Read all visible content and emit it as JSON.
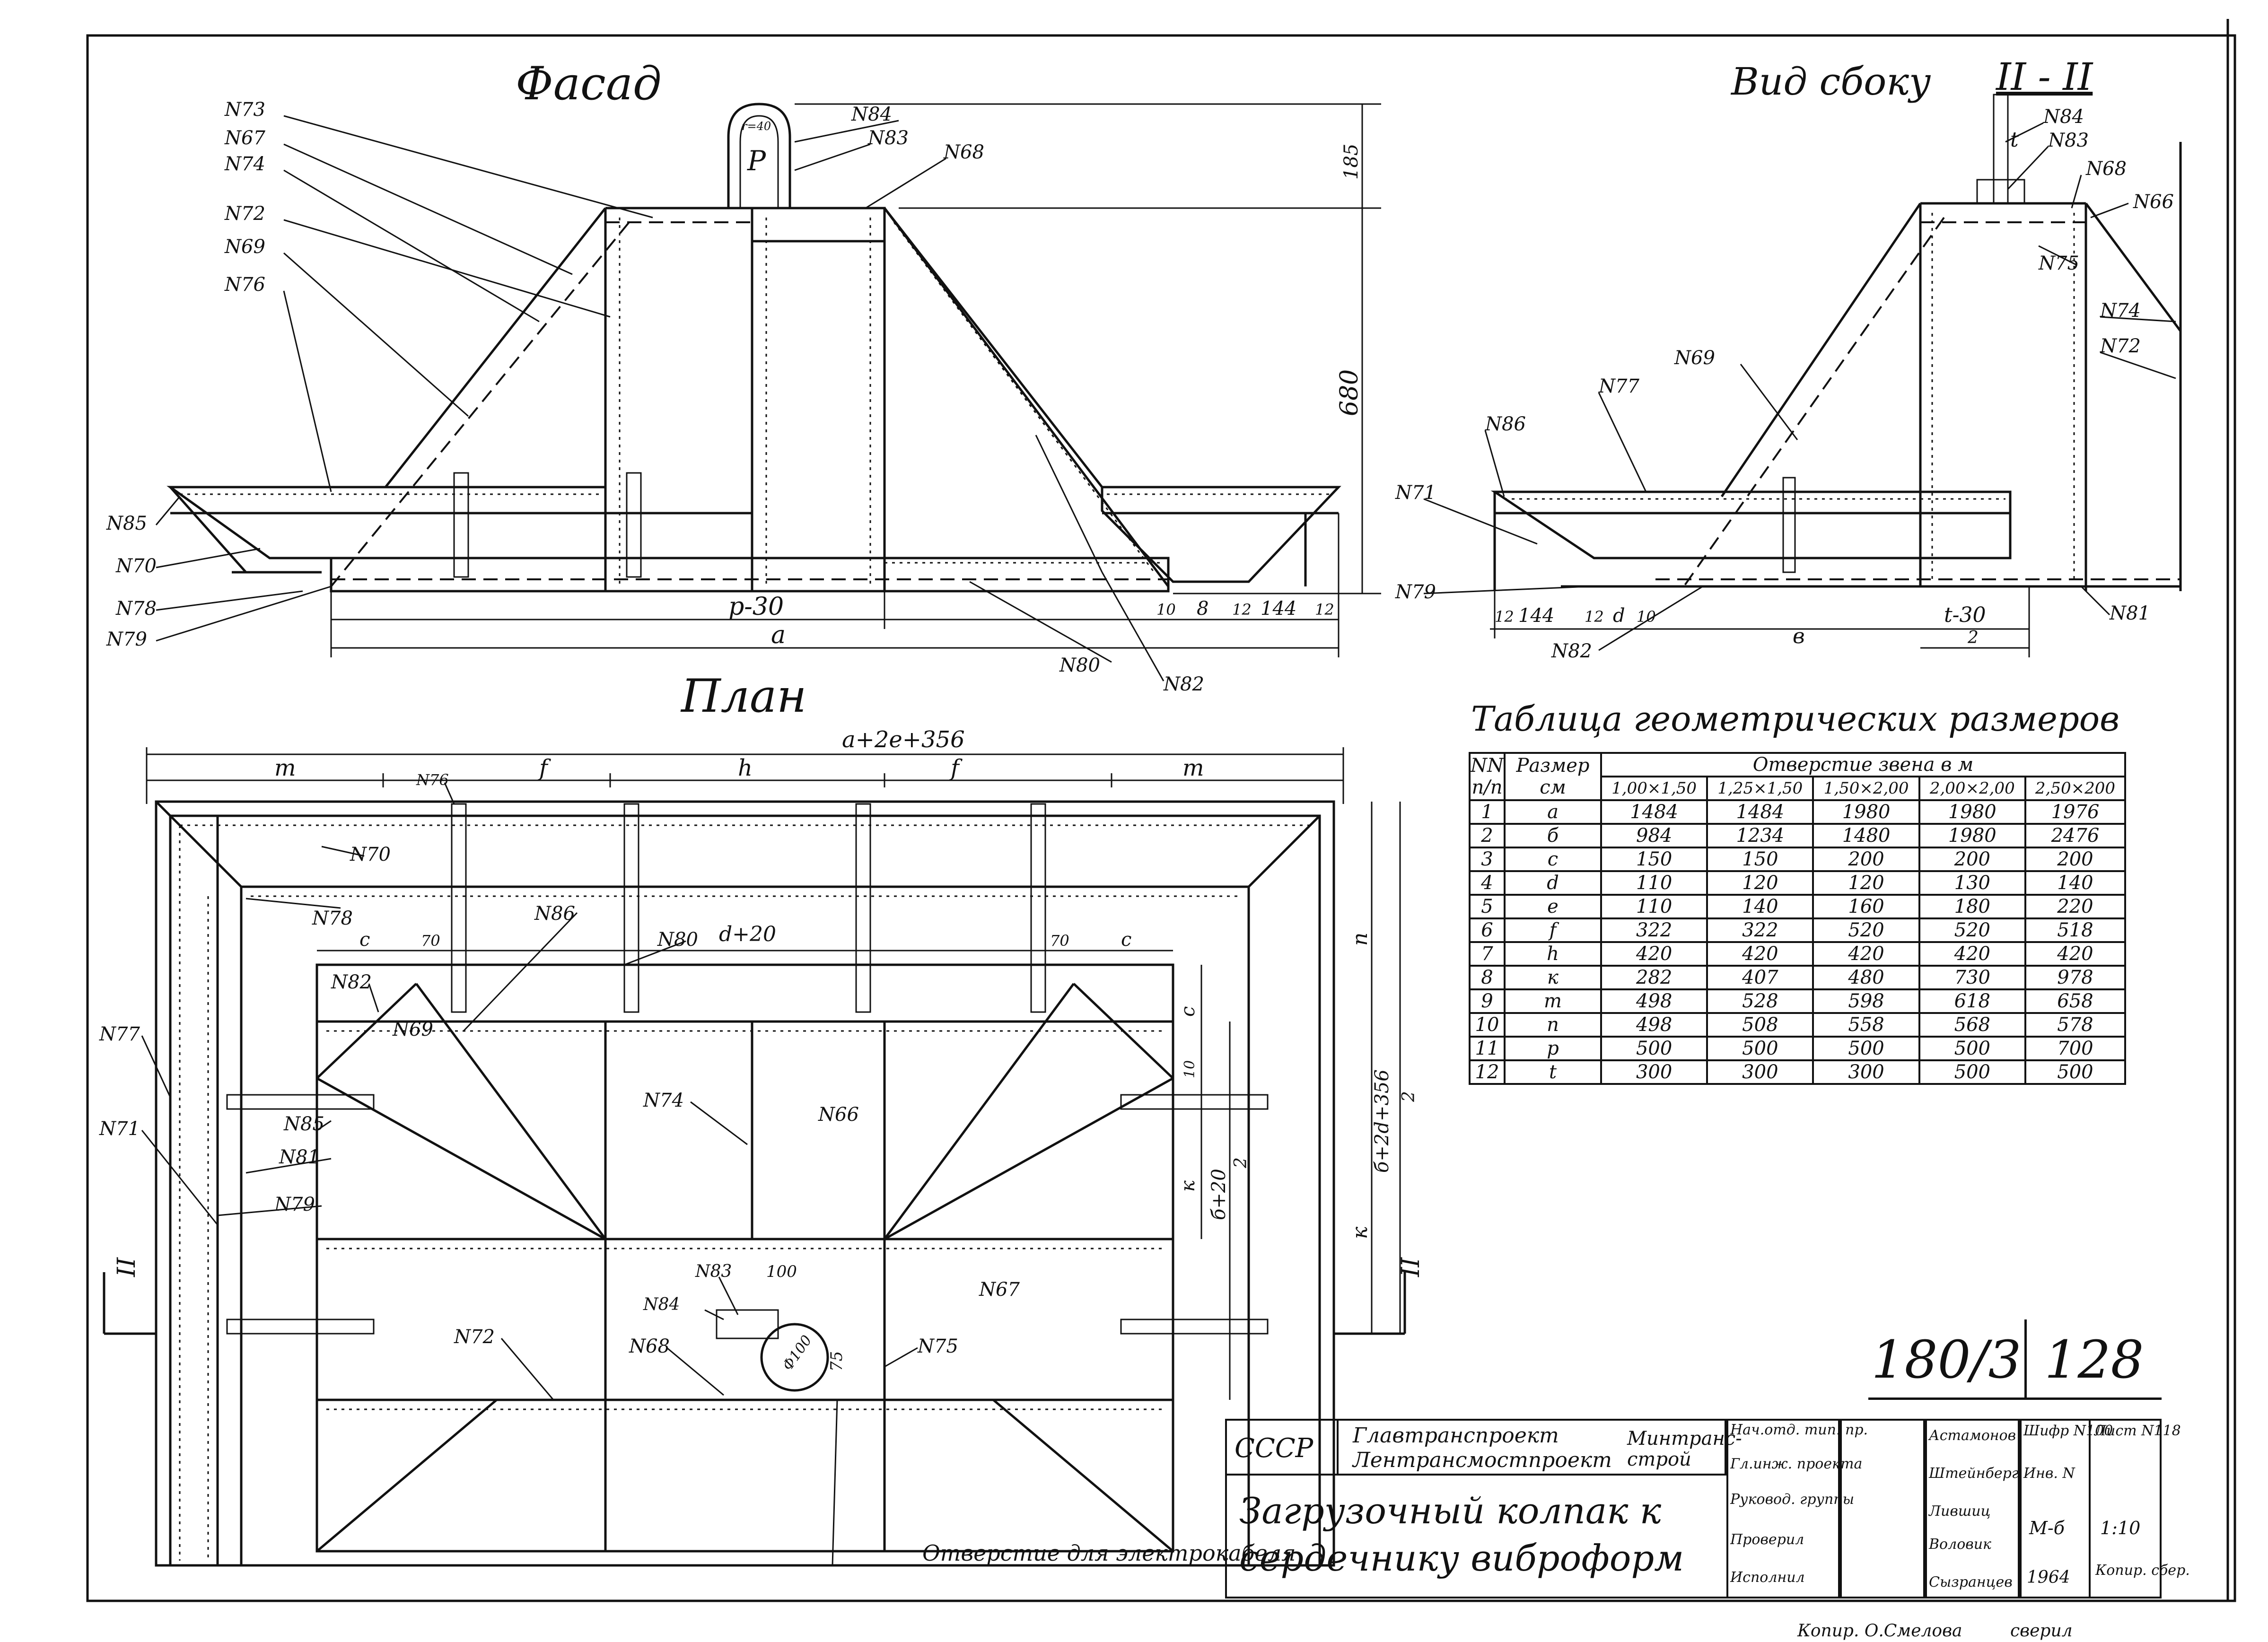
{
  "views": {
    "facade_title": "Фасад",
    "side_title": "Вид сбоку",
    "side_section": "II - II",
    "plan_title": "План"
  },
  "table": {
    "title": "Таблица геометрических размеров",
    "col_nn": "NN п/п",
    "col_size": "Размер см",
    "group_header": "Отверстие звена в м",
    "sizes": [
      "1,00×1,50",
      "1,25×1,50",
      "1,50×2,00",
      "2,00×2,00",
      "2,50×200"
    ],
    "rows": [
      {
        "n": "1",
        "sym": "a",
        "v": [
          "1484",
          "1484",
          "1980",
          "1980",
          "1976"
        ]
      },
      {
        "n": "2",
        "sym": "б",
        "v": [
          "984",
          "1234",
          "1480",
          "1980",
          "2476"
        ]
      },
      {
        "n": "3",
        "sym": "c",
        "v": [
          "150",
          "150",
          "200",
          "200",
          "200"
        ]
      },
      {
        "n": "4",
        "sym": "d",
        "v": [
          "110",
          "120",
          "120",
          "130",
          "140"
        ]
      },
      {
        "n": "5",
        "sym": "e",
        "v": [
          "110",
          "140",
          "160",
          "180",
          "220"
        ]
      },
      {
        "n": "6",
        "sym": "f",
        "v": [
          "322",
          "322",
          "520",
          "520",
          "518"
        ]
      },
      {
        "n": "7",
        "sym": "h",
        "v": [
          "420",
          "420",
          "420",
          "420",
          "420"
        ]
      },
      {
        "n": "8",
        "sym": "к",
        "v": [
          "282",
          "407",
          "480",
          "730",
          "978"
        ]
      },
      {
        "n": "9",
        "sym": "m",
        "v": [
          "498",
          "528",
          "598",
          "618",
          "658"
        ]
      },
      {
        "n": "10",
        "sym": "n",
        "v": [
          "498",
          "508",
          "558",
          "568",
          "578"
        ]
      },
      {
        "n": "11",
        "sym": "p",
        "v": [
          "500",
          "500",
          "500",
          "500",
          "700"
        ]
      },
      {
        "n": "12",
        "sym": "t",
        "v": [
          "300",
          "300",
          "300",
          "500",
          "500"
        ]
      }
    ]
  },
  "sheet": {
    "album": "180/3",
    "sheet_no": "128"
  },
  "title_block": {
    "country": "СССР",
    "org1": "Главтранспроект",
    "org2": "Лентрансмостпроект",
    "ministry": "Минтранс-строй",
    "title_line1": "Загрузочный колпак к",
    "title_line2": "сердечнику виброформ",
    "roles": [
      "Нач.отд. тип. пр.",
      "Гл.инж. проекта",
      "Руковод. группы",
      "Проверил",
      "Исполнил"
    ],
    "names": [
      "Астамонов",
      "Штейнберг",
      "Лившиц",
      "Воловик",
      "Сызранцев"
    ],
    "cipher": "Шифр N100",
    "inv": "Инв. N",
    "list": "Лист N118",
    "scale_label": "М-б",
    "scale": "1:10",
    "year": "1964",
    "copy": "Копир. сбер."
  },
  "footer": {
    "copied": "Копир. О.Смелова",
    "checked": "сверил"
  },
  "facade_labels": [
    "N73",
    "N67",
    "N74",
    "N72",
    "N69",
    "N76",
    "N85",
    "N70",
    "N78",
    "N79",
    "N84",
    "N83",
    "N68",
    "N80",
    "N82"
  ],
  "facade_dims": {
    "h1": "185",
    "h2": "680",
    "p30": "р-30",
    "a": "a",
    "d10": "10",
    "d8": "8",
    "d12": "12",
    "d144": "144",
    "d12b": "12",
    "ring": "r=40",
    "p": "P"
  },
  "side_labels": [
    "N84",
    "N83",
    "N68",
    "N66",
    "N75",
    "N74",
    "N72",
    "N69",
    "N77",
    "N86",
    "N71",
    "N79",
    "N82",
    "N81"
  ],
  "side_dims": {
    "t": "t",
    "d12": "12",
    "d144": "144",
    "d12b": "12",
    "dd": "d",
    "d10": "10",
    "b": "в",
    "t30": "t-30",
    "two": "2"
  },
  "plan_labels": {
    "N76": "N76",
    "N70": "N70",
    "N78": "N78",
    "N86": "N86",
    "N80": "N80",
    "N82": "N82",
    "N69": "N69",
    "N77": "N77",
    "N71": "N71",
    "N85": "N85",
    "N81": "N81",
    "N79": "N79",
    "N74": "N74",
    "N66": "N66",
    "N72": "N72",
    "N83": "N83",
    "N84": "N84",
    "N68": "N68",
    "N75": "N75",
    "N67": "N67"
  },
  "plan_dims": {
    "top": "a+2e+356",
    "m1": "m",
    "f1": "f",
    "h": "h",
    "f2": "f",
    "m2": "m",
    "d20": "d+20",
    "c1": "c",
    "c2": "c",
    "s70a": "70",
    "s70b": "70",
    "n": "n",
    "b2d": "б+2d+356",
    "two": "2",
    "k": "к",
    "b20": "б+20",
    "two2": "2",
    "cside": "c",
    "s10": "10",
    "k2": "к",
    "s100": "100",
    "s75": "75",
    "phi": "Ф100",
    "secL": "II",
    "secR": "II"
  },
  "hole_note": "Отверстие для электрокабеля"
}
